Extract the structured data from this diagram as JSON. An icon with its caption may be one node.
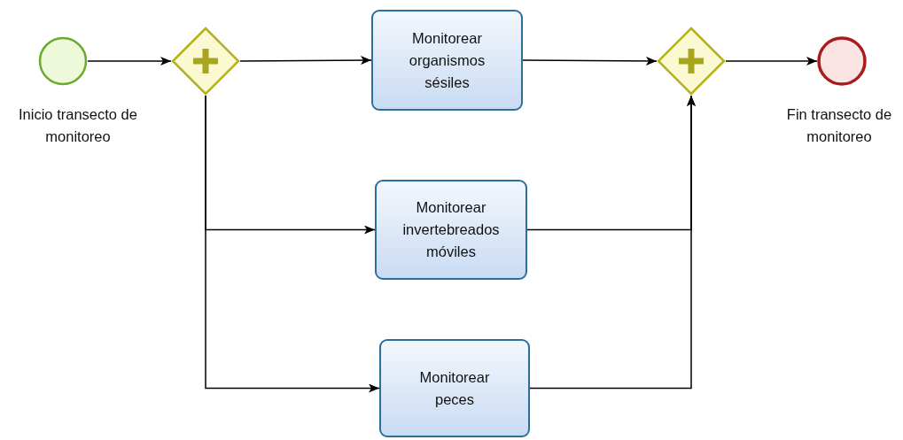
{
  "diagram": {
    "nodes": [
      {
        "text": [],
        "shape": "circle",
        "beside": [
          "Inicio transecto de monitoreo"
        ]
      },
      {
        "text": [],
        "shape": "diamond"
      },
      {
        "text": [
          "Monitorear organismos sésiles"
        ]
      },
      {
        "text": [
          "Monitorear invertebreados móviles"
        ]
      },
      {
        "text": [
          "Monitorear peces"
        ]
      },
      {
        "text": [],
        "shape": "diamond"
      },
      {
        "text": [],
        "shape": "circle",
        "beside": [
          "Fin transecto de monitoreo"
        ]
      }
    ],
    "edges": [
      {
        "from": 0,
        "to": 1,
        "arrow": "to"
      },
      {
        "from": 1,
        "to": 2,
        "arrow": "to"
      },
      {
        "from": 1,
        "to": 3,
        "arrow": "to"
      },
      {
        "from": 1,
        "to": 4,
        "arrow": "to"
      },
      {
        "from": 2,
        "to": 5,
        "arrow": "to"
      },
      {
        "from": 3,
        "to": 5,
        "arrow": "to"
      },
      {
        "from": 4,
        "to": 5,
        "arrow": "to"
      },
      {
        "from": 5,
        "to": 6,
        "arrow": "to"
      }
    ]
  }
}
